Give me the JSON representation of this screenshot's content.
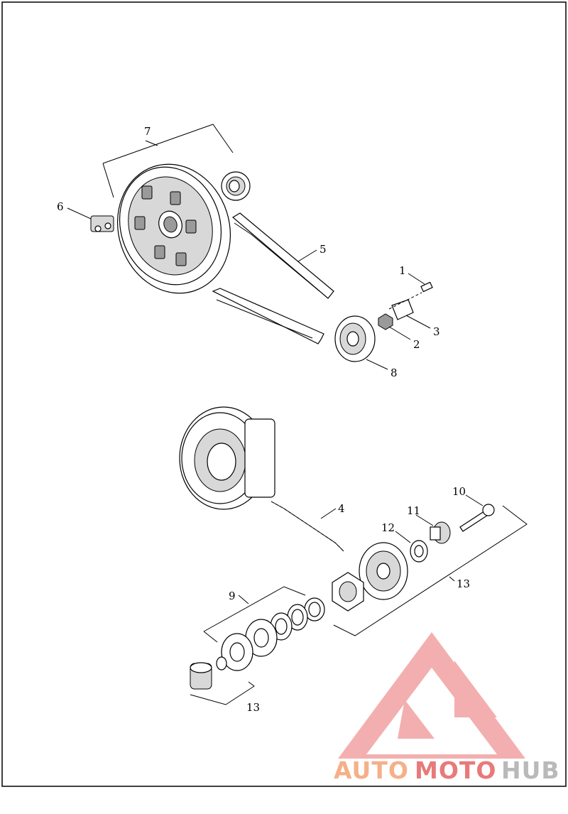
{
  "callouts": {
    "c1": "1",
    "c2": "2",
    "c3": "3",
    "c4": "4",
    "c5": "5",
    "c6": "6",
    "c7": "7",
    "c8": "8",
    "c9": "9",
    "c10": "10",
    "c11": "11",
    "c12": "12",
    "c13a": "13",
    "c13b": "13"
  },
  "watermark": {
    "part1": "AUTO",
    "part2": "MOTO",
    "part3": "HUB",
    "color_primary": "#f5b089",
    "color_secondary": "#e87a7a",
    "color_hub": "#b9b9b9"
  }
}
